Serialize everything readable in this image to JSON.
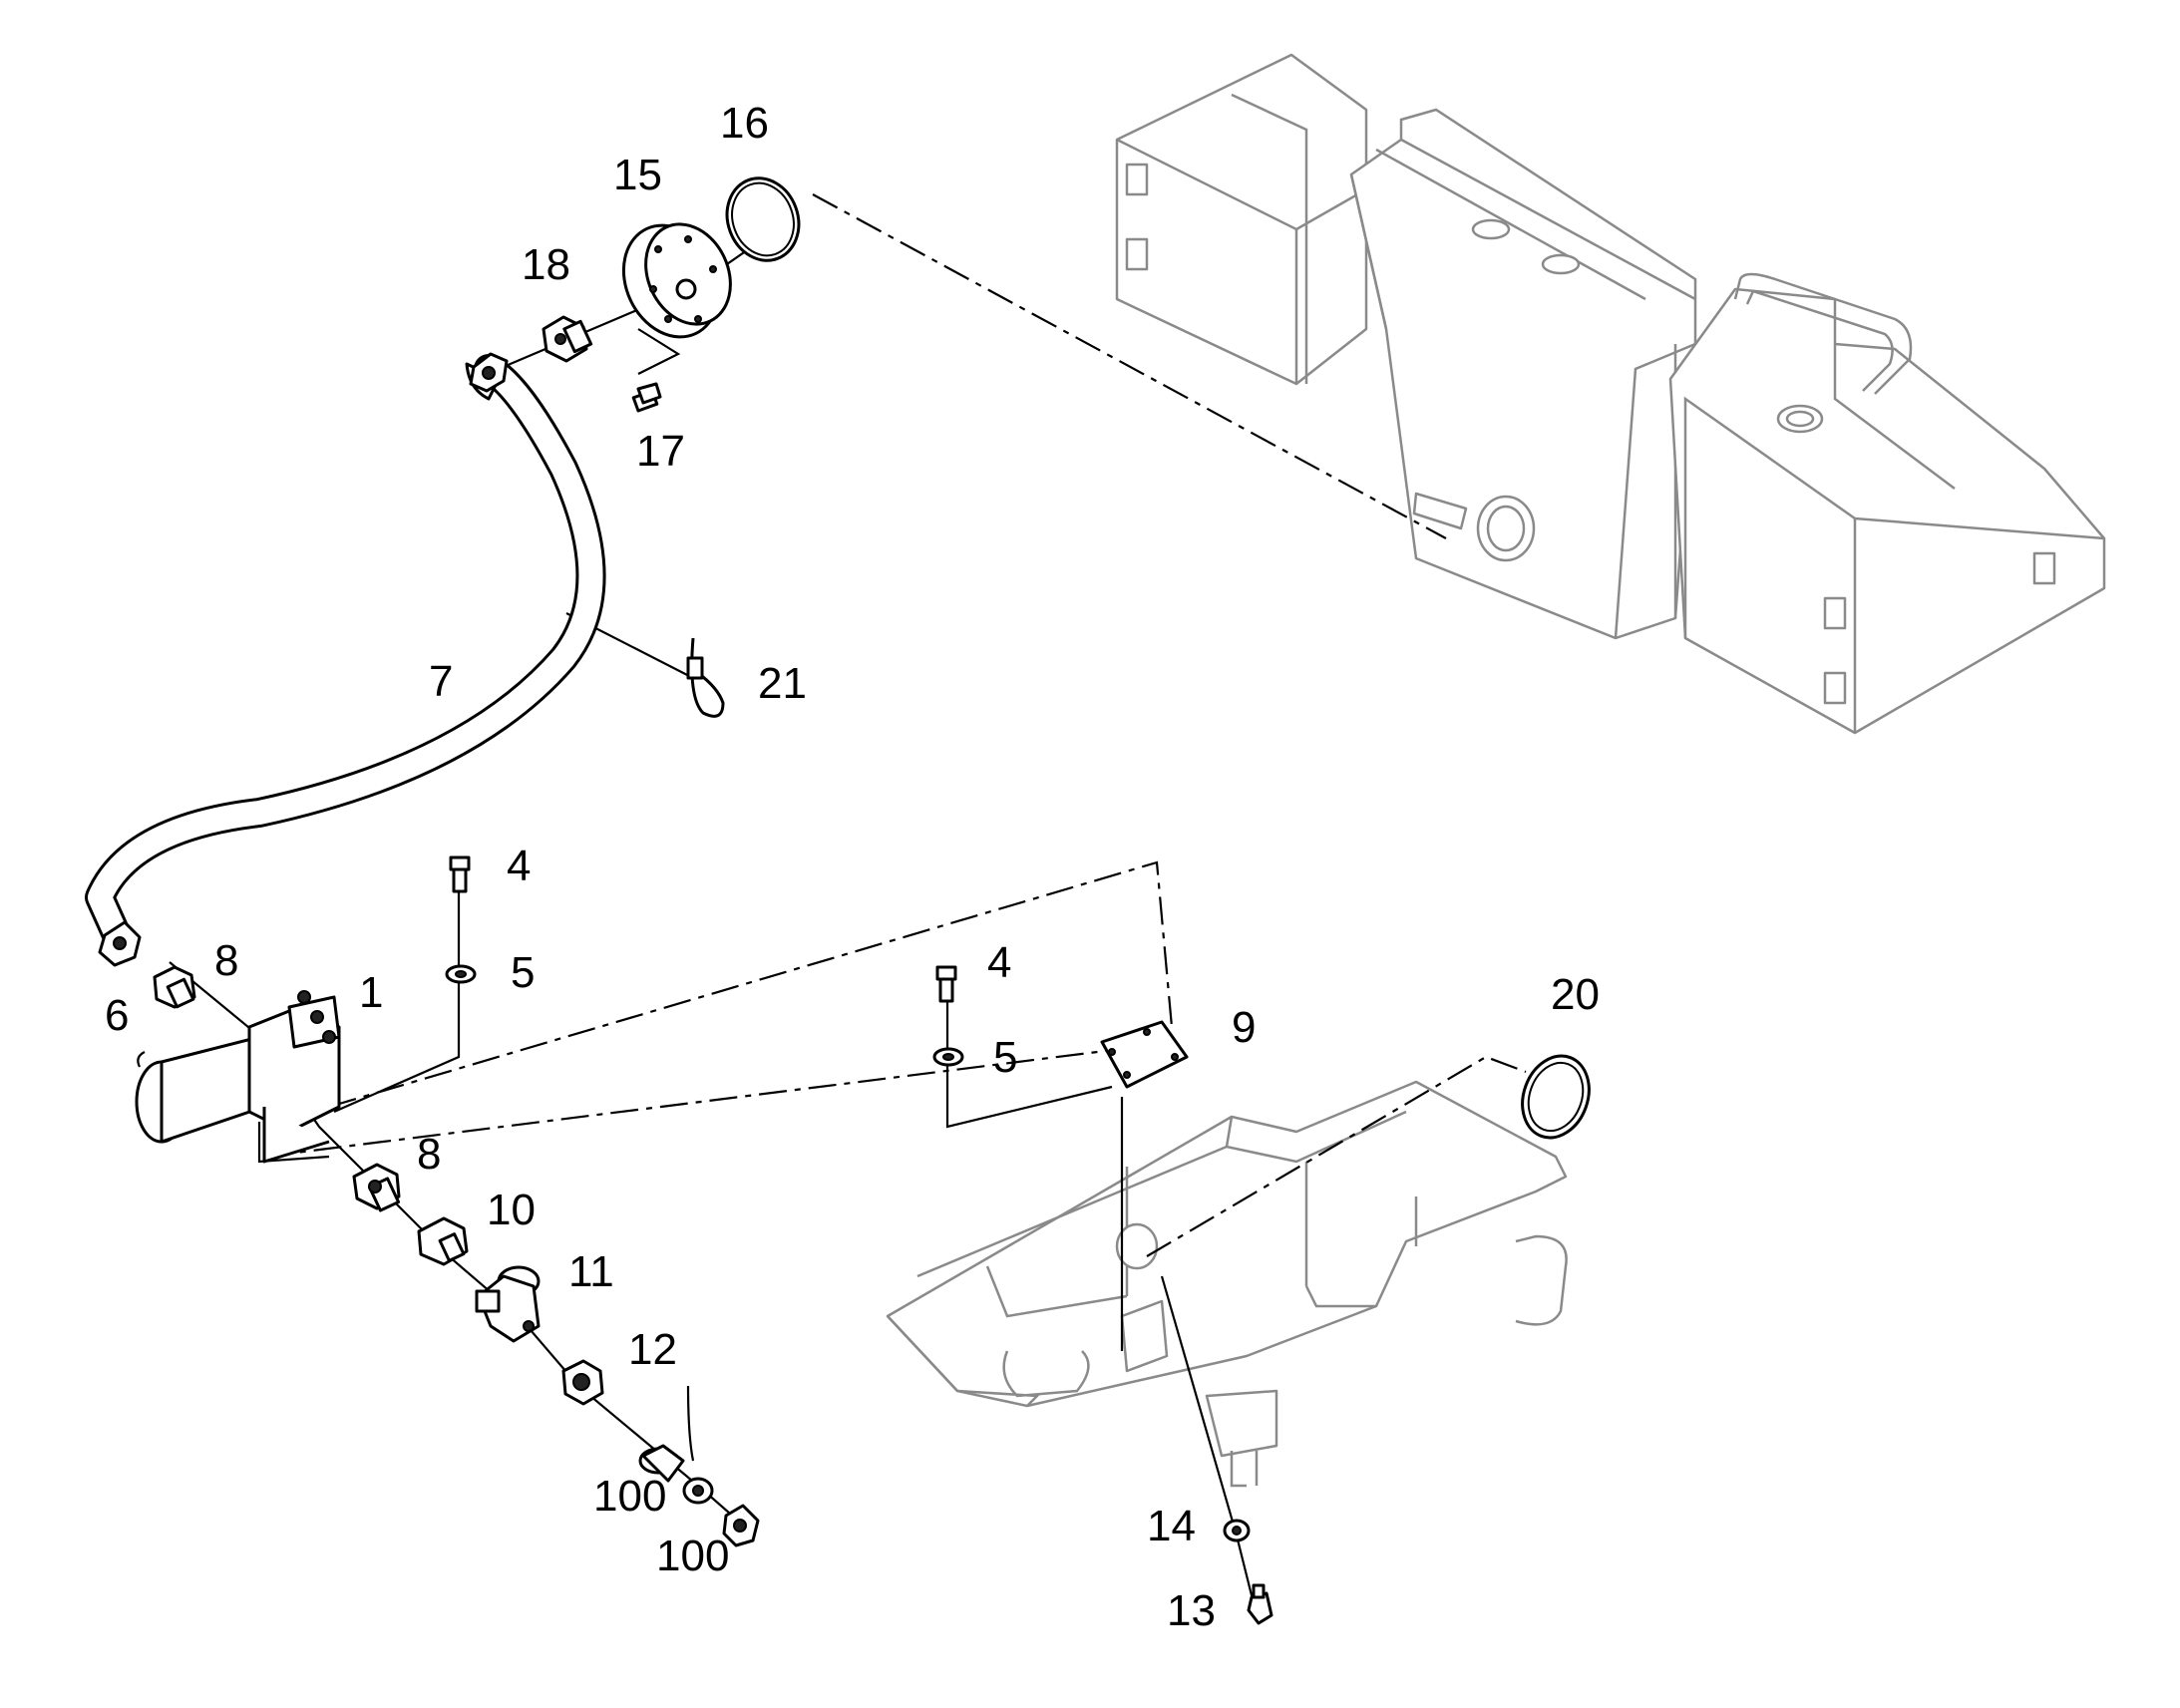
{
  "callouts": {
    "c1": "1",
    "c4a": "4",
    "c4b": "4",
    "c5a": "5",
    "c5b": "5",
    "c6": "6",
    "c7": "7",
    "c8a": "8",
    "c8b": "8",
    "c9": "9",
    "c10": "10",
    "c11": "11",
    "c12": "12",
    "c13": "13",
    "c14": "14",
    "c15": "15",
    "c16": "16",
    "c17": "17",
    "c18": "18",
    "c20": "20",
    "c21": "21",
    "c100a": "100",
    "c100b": "100"
  },
  "colors": {
    "line": "#000000",
    "assembly": "#8a8a8a",
    "background": "#ffffff"
  }
}
